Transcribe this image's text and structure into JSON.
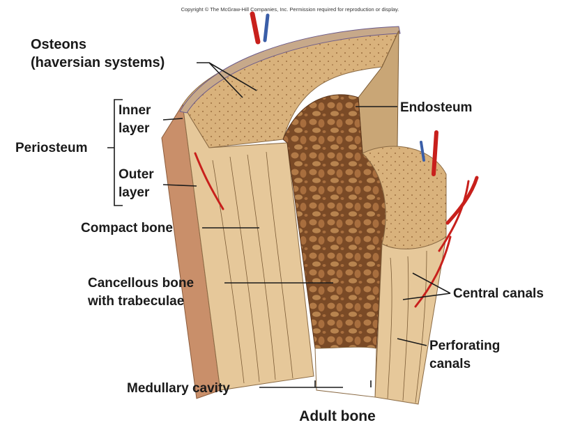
{
  "copyright": "Copyright © The McGraw-Hill Companies, Inc. Permission required for reproduction or display.",
  "title": "Adult bone",
  "labels": {
    "osteons_1": "Osteons",
    "osteons_2": "(haversian systems)",
    "inner_layer_1": "Inner",
    "inner_layer_2": "layer",
    "periosteum": "Periosteum",
    "outer_layer_1": "Outer",
    "outer_layer_2": "layer",
    "compact_bone": "Compact bone",
    "cancellous_1": "Cancellous bone",
    "cancellous_2": "with trabeculae",
    "medullary_cavity": "Medullary cavity",
    "endosteum": "Endosteum",
    "central_canals": "Central canals",
    "perforating_1": "Perforating",
    "perforating_2": "canals"
  },
  "colors": {
    "compact_bone": "#e6c89a",
    "bone_top": "#d9b27c",
    "spongy_dark": "#7a4a26",
    "spongy_light": "#b27a47",
    "periosteum": "#c98f6a",
    "artery": "#c8201c",
    "vein": "#3a5ea8"
  }
}
